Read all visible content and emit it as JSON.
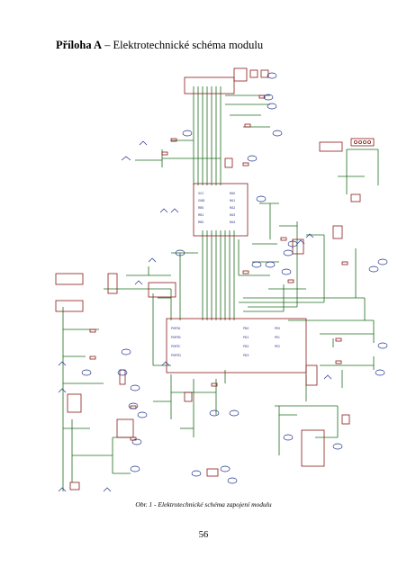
{
  "heading": {
    "bold_part": "Příloha A",
    "rest": " – Elektrotechnické schéma modulu"
  },
  "caption": "Obr. 1 - Elektrotechnické schéma zapojení modulu",
  "page_number": "56",
  "colors": {
    "wire": "#1d6b1d",
    "part": "#8a1a1a",
    "label": "#2a2a8a",
    "power": "#1d2f8a"
  }
}
